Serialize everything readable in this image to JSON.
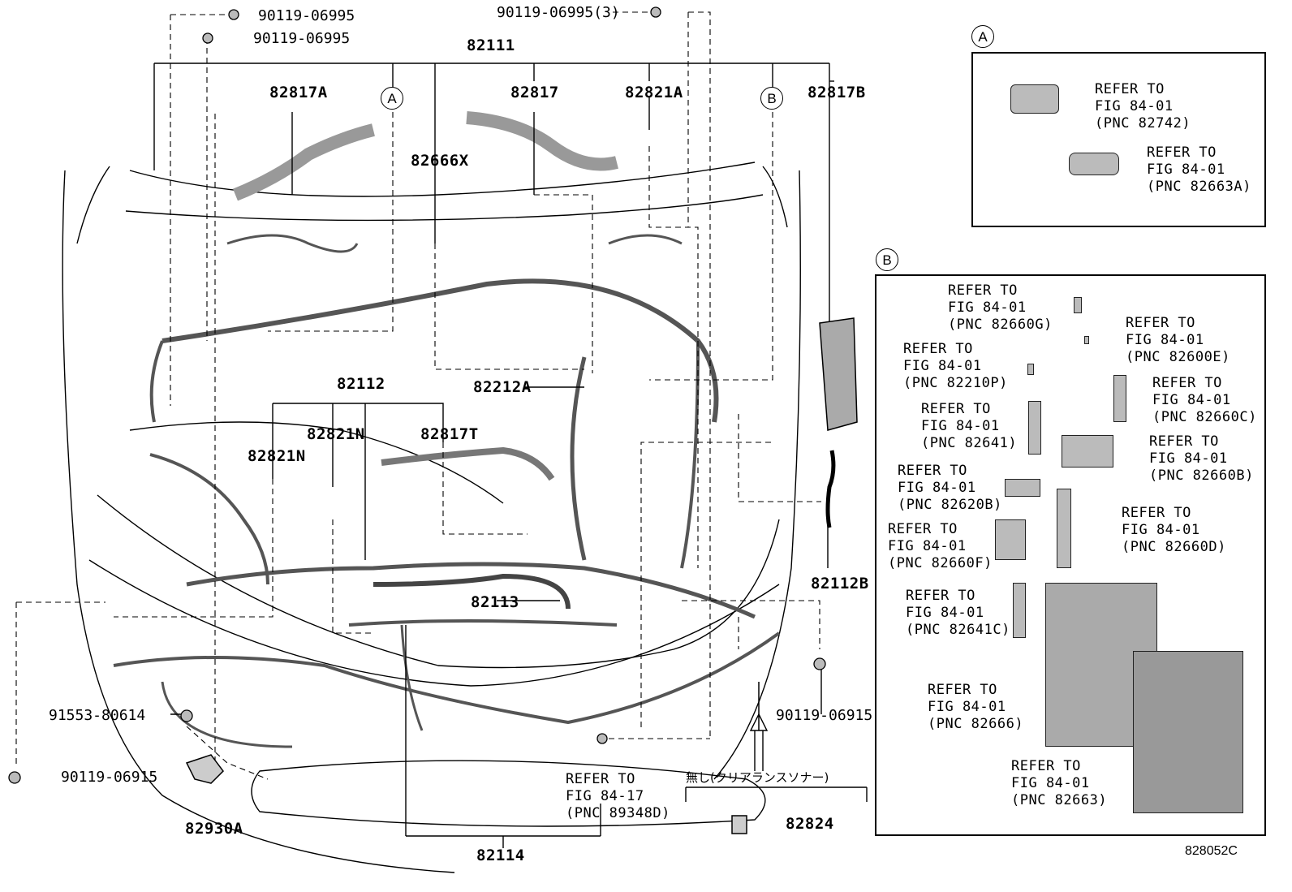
{
  "fasteners": {
    "bolt_top_left": "90119-06995",
    "bolt_top_left2": "90119-06995",
    "bolt_top_mid": "90119-06995(3)",
    "bolt_left_lower": "91553-80614",
    "bolt_left_bottom": "90119-06915",
    "bolt_right": "90119-06915"
  },
  "parts": {
    "main_harness": "82111",
    "p82817A": "82817A",
    "p82817": "82817",
    "p82821A": "82821A",
    "p82817B": "82817B",
    "p82666X": "82666X",
    "p82112": "82112",
    "p82821N_left": "82821N",
    "p82821N_mid": "82821N",
    "p82817T": "82817T",
    "p82212A": "82212A",
    "p82113": "82113",
    "p82112B": "82112B",
    "p82114": "82114",
    "p82930A": "82930A",
    "p82824": "82824"
  },
  "callouts": {
    "a": "A",
    "b": "B"
  },
  "refer_main": "REFER TO\nFIG 84-17\n(PNC 89348D)",
  "japanese_note": "無し(クリアランスソナー)",
  "box_a": {
    "label": "A",
    "items": [
      "REFER TO\nFIG 84-01\n(PNC 82742)",
      "REFER TO\nFIG 84-01\n(PNC 82663A)"
    ]
  },
  "box_b": {
    "label": "B",
    "items": [
      "REFER TO\nFIG 84-01\n(PNC 82660G)",
      "REFER TO\nFIG 84-01\n(PNC 82600E)",
      "REFER TO\nFIG 84-01\n(PNC 82210P)",
      "REFER TO\nFIG 84-01\n(PNC 82660C)",
      "REFER TO\nFIG 84-01\n(PNC 82641)",
      "REFER TO\nFIG 84-01\n(PNC 82660B)",
      "REFER TO\nFIG 84-01\n(PNC 82620B)",
      "REFER TO\nFIG 84-01\n(PNC 82660D)",
      "REFER TO\nFIG 84-01\n(PNC 82660F)",
      "REFER TO\nFIG 84-01\n(PNC 82641C)",
      "REFER TO\nFIG 84-01\n(PNC 82666)",
      "REFER TO\nFIG 84-01\n(PNC 82663)"
    ]
  },
  "figure_id": "828052C"
}
